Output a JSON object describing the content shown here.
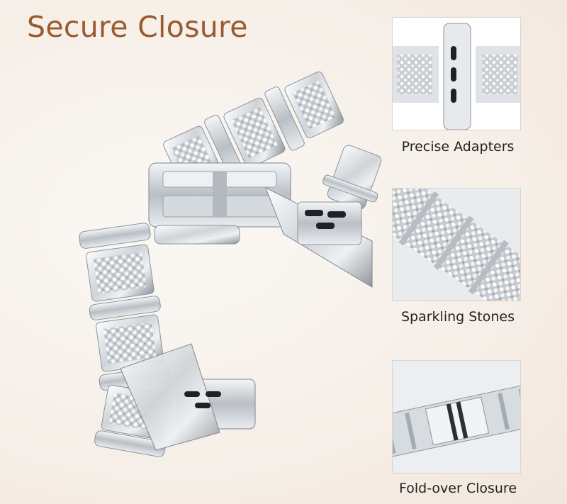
{
  "headline": "Secure Closure",
  "colors": {
    "headline": "#9a5a2e",
    "background": "#f6efe8",
    "metal_light": "#f2f4f6",
    "metal_mid": "#c3c8cd",
    "metal_dark": "#7d848b",
    "caption_text": "#222222"
  },
  "features": [
    {
      "icon": "adapter-detail-icon",
      "label": "Precise Adapters"
    },
    {
      "icon": "stones-detail-icon",
      "label": "Sparkling Stones"
    },
    {
      "icon": "clasp-detail-icon",
      "label": "Fold-over Closure"
    }
  ]
}
